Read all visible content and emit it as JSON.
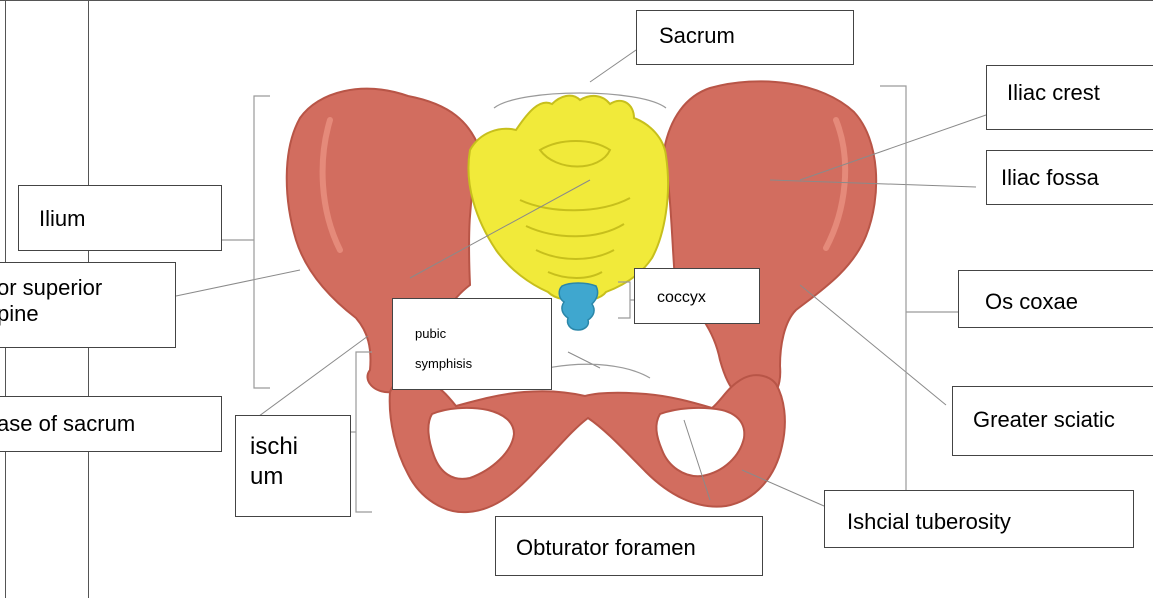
{
  "colors": {
    "bone": "#d26d5f",
    "bone_dark": "#b85547",
    "bone_light": "#e58a7a",
    "sacrum": "#f1ea3a",
    "sacrum_dark": "#c7bf1c",
    "coccyx": "#3fa7cf",
    "line": "#8a8a8a",
    "label_border": "#444444"
  },
  "labels": {
    "sacrum": "Sacrum",
    "iliac_crest": "Iliac crest",
    "iliac_fossa": "Iliac fossa",
    "ilium": "Ilium",
    "asis_line1": "or superior",
    "asis_line2": "pine",
    "coccyx": "coccyx",
    "os_coxae": "Os coxae",
    "pubic_line1": "pubic",
    "pubic_line2": "symphisis",
    "base_of_sacrum": "ase of sacrum",
    "ischium_line1": "ischi",
    "ischium_line2": "um",
    "greater_sciatic": "Greater sciatic",
    "ischial_tuberosity": "Ishcial tuberosity",
    "obturator_foramen": "Obturator foramen"
  }
}
